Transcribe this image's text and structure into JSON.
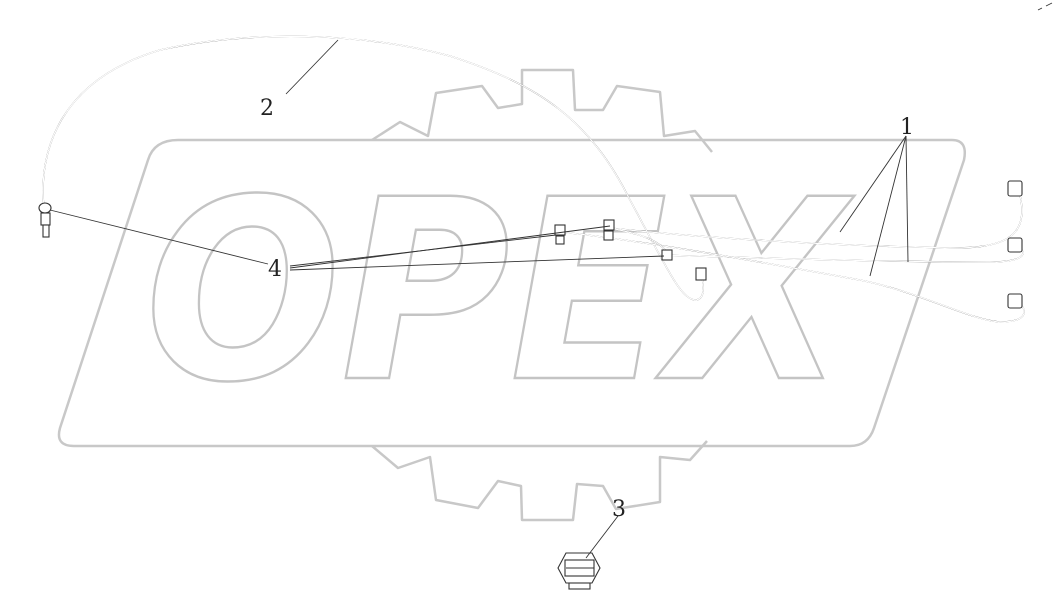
{
  "watermark": {
    "text": "OPEX",
    "colors": {
      "watermark": "#c4c4c4",
      "lines": "#333333"
    }
  },
  "callouts": [
    {
      "id": "1",
      "label": "1"
    },
    {
      "id": "2",
      "label": "2"
    },
    {
      "id": "3",
      "label": "3"
    },
    {
      "id": "4",
      "label": "4"
    }
  ]
}
